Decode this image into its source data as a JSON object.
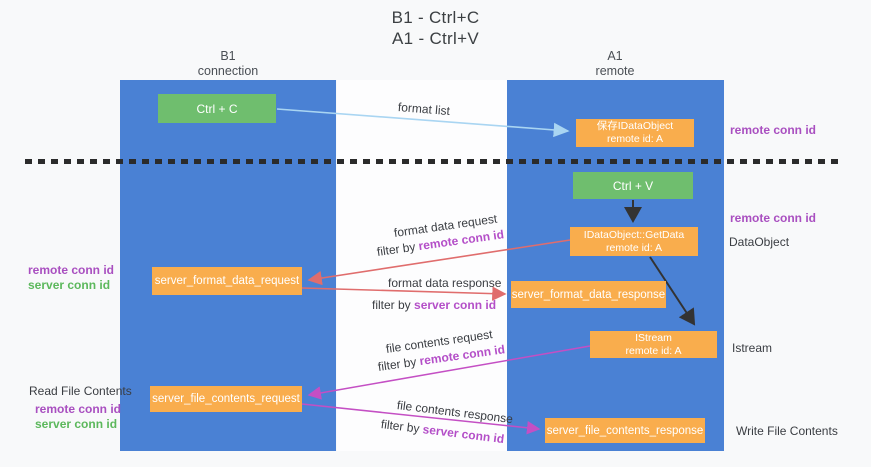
{
  "title": {
    "line1": "B1 - Ctrl+C",
    "line2": "A1 - Ctrl+V"
  },
  "columns": {
    "b1": {
      "name": "B1",
      "role": "connection"
    },
    "a1": {
      "name": "A1",
      "role": "remote"
    }
  },
  "boxes": {
    "ctrl_c": {
      "label": "Ctrl + C"
    },
    "save_idataobject": {
      "line1": "保存IDataObject",
      "line2": "remote id: A"
    },
    "ctrl_v": {
      "label": "Ctrl + V"
    },
    "getdata": {
      "line1": "IDataObject::GetData",
      "line2": "remote id: A"
    },
    "format_request": {
      "label": "server_format_data_request"
    },
    "format_response": {
      "label": "server_format_data_response"
    },
    "istream": {
      "line1": "IStream",
      "line2": "remote id: A"
    },
    "file_request": {
      "label": "server_file_contents_request"
    },
    "file_response": {
      "label": "server_file_contents_response"
    }
  },
  "arrows": {
    "format_list": {
      "label": "format list"
    },
    "format_data_request": {
      "label": "format data request",
      "filter_prefix": "filter by ",
      "filter_id": "remote conn id"
    },
    "format_data_response": {
      "label": "format data response",
      "filter_prefix": "filter by ",
      "filter_id": "server conn id"
    },
    "file_contents_request": {
      "label": "file contents request",
      "filter_prefix": "filter by ",
      "filter_id": "remote conn id"
    },
    "file_contents_response": {
      "label": "file contents response",
      "filter_prefix": "filter by ",
      "filter_id": "server conn id"
    }
  },
  "side_labels": {
    "remote_conn_top": "remote conn id",
    "remote_conn_mid": "remote conn id",
    "dataobject": "DataObject",
    "istream": "Istream",
    "write_file_contents": "Write File Contents",
    "read_file_contents": "Read File Contents",
    "b1_remote_conn_1": "remote conn id",
    "b1_server_conn_1": "server conn id",
    "b1_remote_conn_2": "remote conn id",
    "b1_server_conn_2": "server conn id"
  },
  "colors": {
    "column_blue": "#4a81d4",
    "box_orange": "#f9ad4d",
    "box_green": "#6fbe6e",
    "arrow_light_blue": "#a9d5f2",
    "arrow_red": "#e06d6d",
    "arrow_magenta": "#c44fc4",
    "arrow_black": "#333333",
    "text_purple": "#a94fc0",
    "text_green": "#5cb85c"
  }
}
